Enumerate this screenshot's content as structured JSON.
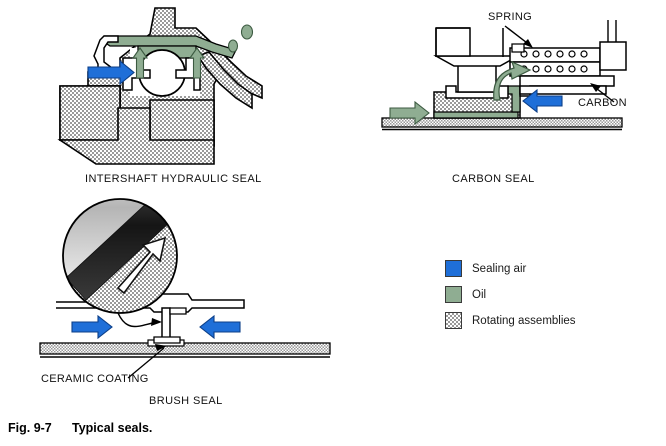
{
  "figure": {
    "number": "Fig. 9-7",
    "caption": "Typical seals."
  },
  "panels": [
    {
      "id": "intershaft",
      "title": "INTERSHAFT HYDRAULIC SEAL"
    },
    {
      "id": "carbon",
      "title": "CARBON SEAL"
    },
    {
      "id": "brush",
      "title": "BRUSH SEAL"
    }
  ],
  "callouts": {
    "spring": "SPRING",
    "carbon": "CARBON",
    "ceramic_coating": "CERAMIC COATING"
  },
  "legend": {
    "items": [
      {
        "label": "Sealing air",
        "color": "#1f6fd8",
        "swatch": "solid"
      },
      {
        "label": "Oil",
        "color": "#8fad92",
        "swatch": "solid"
      },
      {
        "label": "Rotating assemblies",
        "color": "#9a9a9a",
        "swatch": "checker"
      }
    ]
  },
  "colors": {
    "sealing_air": "#1f6fd8",
    "oil": "#8fad92",
    "rotating_hatch": "#9a9a9a",
    "outline": "#000000",
    "ceramic_dark": "#1c1c1c",
    "metal_light": "#c9c9c9",
    "background": "#ffffff"
  },
  "icons": {
    "air_arrow_right": "blue-arrow-right-icon",
    "air_arrow_left": "blue-arrow-left-icon",
    "oil_arrow_up": "green-arrow-up-icon",
    "oil_arrow_right": "green-arrow-right-icon",
    "oil_arrow_curved": "green-curved-arrow-icon",
    "magnifier": "magnified-detail-circle-icon",
    "leader": "leader-line-icon"
  }
}
